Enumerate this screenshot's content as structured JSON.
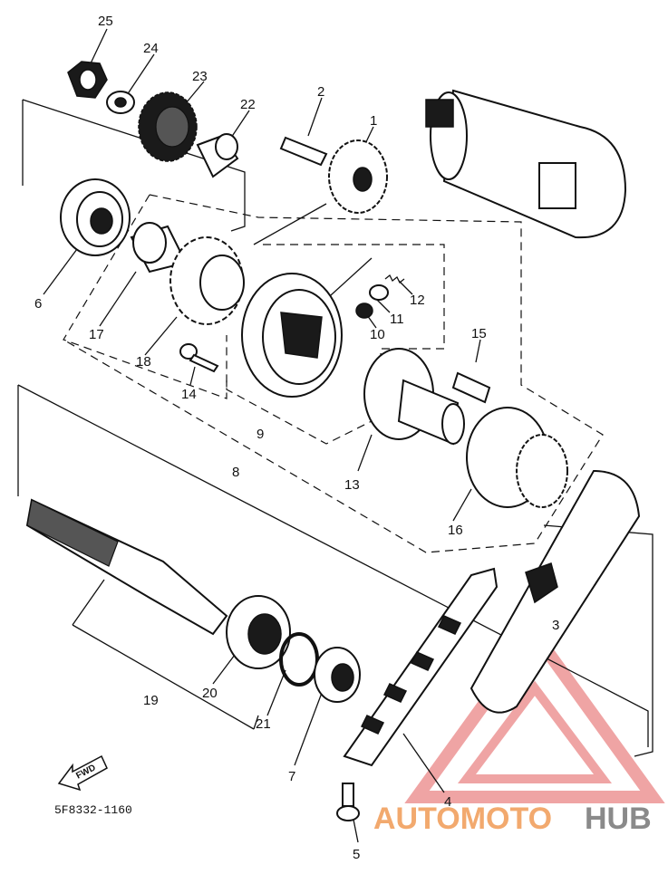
{
  "diagram": {
    "part_numbers": [
      "25",
      "24",
      "23",
      "22",
      "2",
      "1",
      "6",
      "17",
      "18",
      "12",
      "11",
      "10",
      "14",
      "9",
      "15",
      "8",
      "13",
      "16",
      "3",
      "19",
      "20",
      "21",
      "7",
      "4",
      "5"
    ],
    "drawing_code": "5F8332-1160",
    "fwd_label": "FWD",
    "watermark": {
      "part1": "AUTOMOTO",
      "part2": "HUB"
    },
    "colors": {
      "ink": "#111111",
      "watermark_orange": "#f2a96e",
      "watermark_gray": "#8a8a8a",
      "watermark_red": "#e25a5a"
    }
  }
}
